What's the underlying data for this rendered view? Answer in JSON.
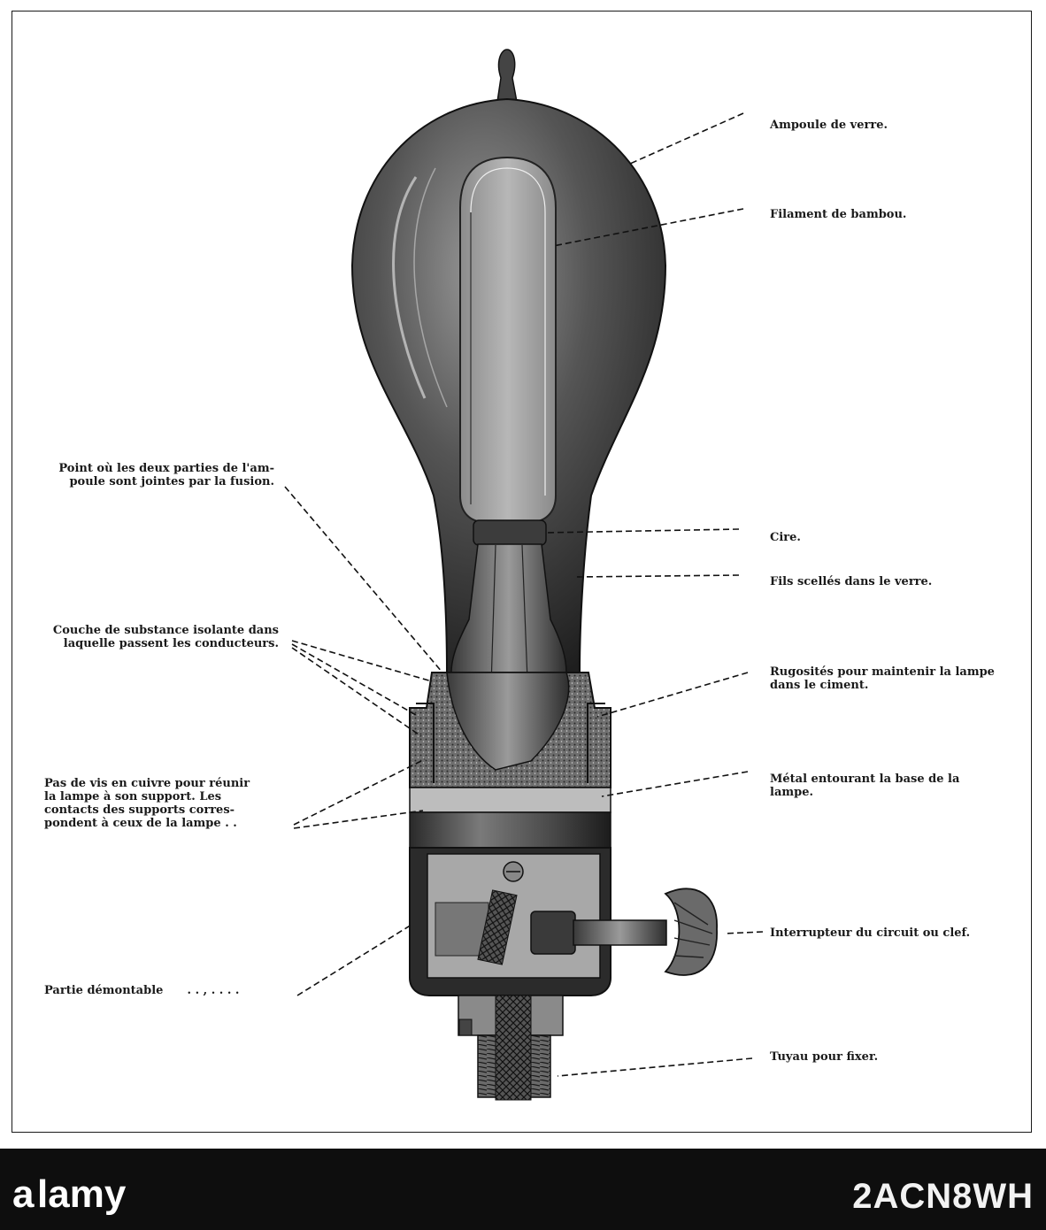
{
  "labels": {
    "ampoule": "Ampoule de verre.",
    "filament": "Filament de bambou.",
    "cire": "Cire.",
    "fils": "Fils scellés dans le verre.",
    "rugosites": "Rugosités pour maintenir la lampe\ndans le ciment.",
    "metal": "Métal entourant la base de la\nlampe.",
    "interrupteur": "Interrupteur du circuit ou clef.",
    "tuyau": "Tuyau pour fixer.",
    "point": "Point où les deux parties de l'am-\npoule sont jointes par la fusion.",
    "couche": "Couche de substance isolante dans\nlaquelle passent les conducteurs.",
    "pas_de_vis": "Pas de vis en cuivre pour réunir\nla lampe à son support. Les\ncontacts des supports corres-\npondent à ceux de la lampe . .",
    "partie": "Partie démontable      . . , . . . ."
  },
  "watermark": "alamy",
  "image_id": "2ACN8WH",
  "colors": {
    "ink": "#111111",
    "paper": "#ffffff",
    "band": "#0e0e0e"
  }
}
